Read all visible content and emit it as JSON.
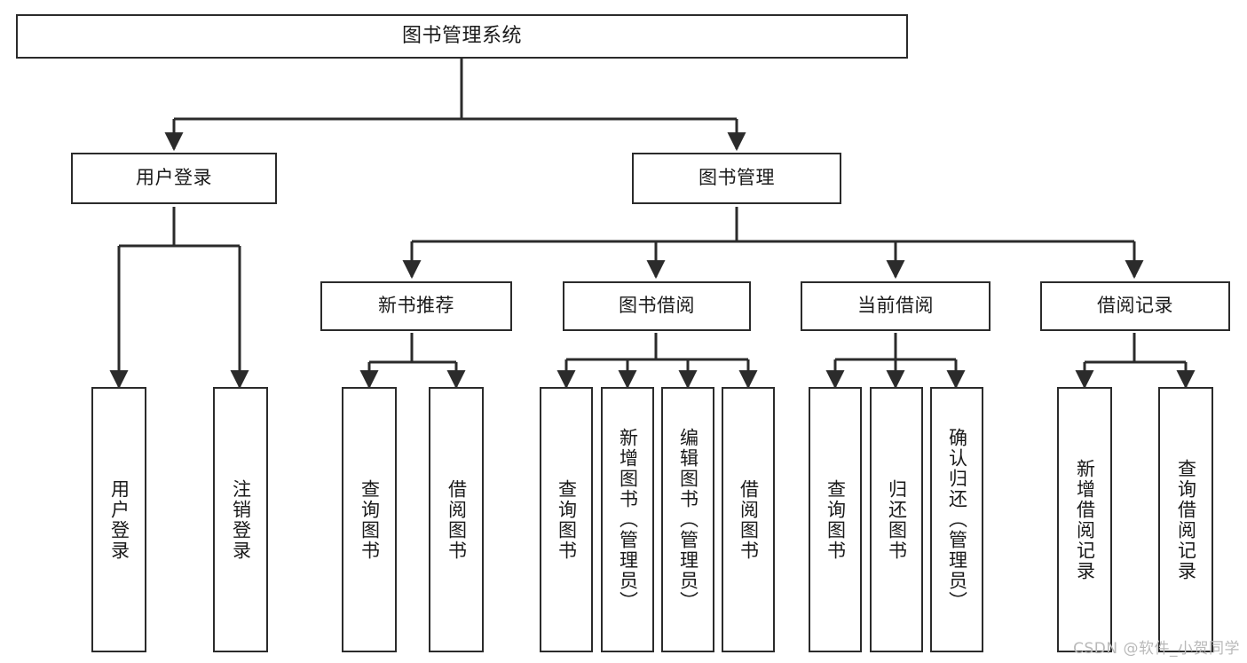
{
  "diagram": {
    "title": "图书管理系统",
    "type": "tree-hierarchy",
    "watermark": "CSDN @软件_小贺同学",
    "colors": {
      "background": "#ffffff",
      "box_border": "#2b2b2b",
      "box_fill": "#ffffff",
      "edge": "#2b2b2b",
      "text": "#1a1a1a",
      "watermark": "#b9b9b9"
    },
    "root": {
      "id": "root",
      "label": "图书管理系统"
    },
    "level1": [
      {
        "id": "user-login",
        "label": "用户登录"
      },
      {
        "id": "book-management",
        "label": "图书管理"
      }
    ],
    "level2": [
      {
        "id": "new-book-recommend",
        "label": "新书推荐",
        "parent": "book-management"
      },
      {
        "id": "book-borrow",
        "label": "图书借阅",
        "parent": "book-management"
      },
      {
        "id": "current-borrow",
        "label": "当前借阅",
        "parent": "book-management"
      },
      {
        "id": "borrow-record",
        "label": "借阅记录",
        "parent": "book-management"
      }
    ],
    "leaves": {
      "user-login": [
        {
          "id": "leaf-user-login",
          "label": "用户登录"
        },
        {
          "id": "leaf-user-logout",
          "label": "注销登录"
        }
      ],
      "new-book-recommend": [
        {
          "id": "leaf-query-book-1",
          "label": "查询图书"
        },
        {
          "id": "leaf-borrow-book-1",
          "label": "借阅图书"
        }
      ],
      "book-borrow": [
        {
          "id": "leaf-query-book-2",
          "label": "查询图书"
        },
        {
          "id": "leaf-add-book",
          "label": "新增图书（管理员）"
        },
        {
          "id": "leaf-edit-book",
          "label": "编辑图书（管理员）"
        },
        {
          "id": "leaf-borrow-book-2",
          "label": "借阅图书"
        }
      ],
      "current-borrow": [
        {
          "id": "leaf-query-book-3",
          "label": "查询图书"
        },
        {
          "id": "leaf-return-book",
          "label": "归还图书"
        },
        {
          "id": "leaf-confirm-return",
          "label": "确认归还（管理员）"
        }
      ],
      "borrow-record": [
        {
          "id": "leaf-add-record",
          "label": "新增借阅记录"
        },
        {
          "id": "leaf-query-record",
          "label": "查询借阅记录"
        }
      ]
    }
  }
}
